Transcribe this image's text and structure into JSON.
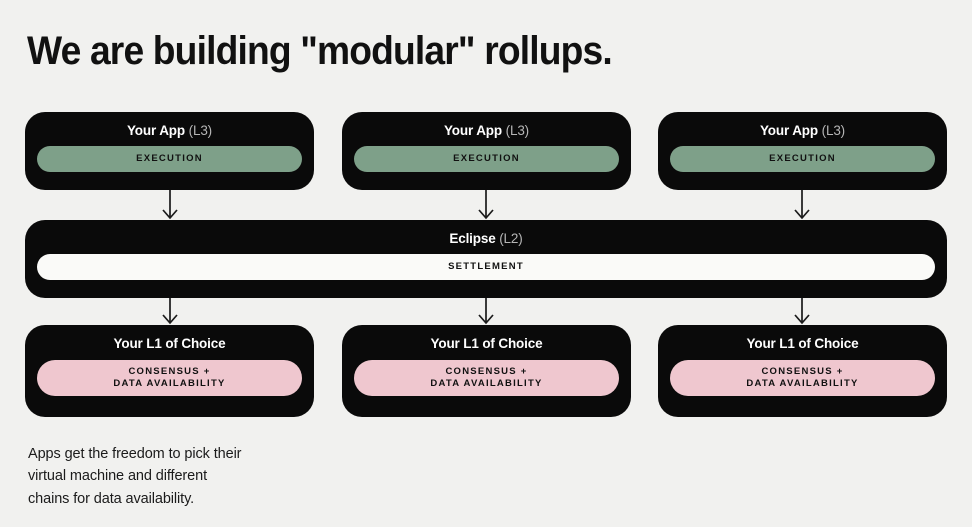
{
  "page": {
    "title": "We are building \"modular\" rollups.",
    "background_color": "#f1f1ef",
    "caption": {
      "line1": "Apps get the freedom to pick their",
      "line2": "virtual machine and different",
      "line3": "chains for data availability."
    }
  },
  "colors": {
    "card": "#0a0a0a",
    "execution_pill": "#7ea089",
    "settlement_pill": "#fafaf8",
    "consensus_pill": "#efc7cf",
    "title_text": "#111111",
    "card_title_text": "#ffffff",
    "card_sublabel_text": "#b6b6b6"
  },
  "diagram": {
    "type": "layered-stack",
    "rows": [
      {
        "id": "l3",
        "cards": [
          {
            "title": "Your App",
            "sublabel": "(L3)",
            "pill": {
              "line1": "EXECUTION"
            }
          },
          {
            "title": "Your App",
            "sublabel": "(L3)",
            "pill": {
              "line1": "EXECUTION"
            }
          },
          {
            "title": "Your App",
            "sublabel": "(L3)",
            "pill": {
              "line1": "EXECUTION"
            }
          }
        ]
      },
      {
        "id": "l2",
        "cards": [
          {
            "title": "Eclipse",
            "sublabel": "(L2)",
            "pill": {
              "line1": "SETTLEMENT"
            }
          }
        ]
      },
      {
        "id": "l1",
        "cards": [
          {
            "title": "Your L1 of Choice",
            "sublabel": "",
            "pill": {
              "line1": "CONSENSUS +",
              "line2": "DATA AVAILABILITY"
            }
          },
          {
            "title": "Your L1 of Choice",
            "sublabel": "",
            "pill": {
              "line1": "CONSENSUS +",
              "line2": "DATA AVAILABILITY"
            }
          },
          {
            "title": "Your L1 of Choice",
            "sublabel": "",
            "pill": {
              "line1": "CONSENSUS +",
              "line2": "DATA AVAILABILITY"
            }
          }
        ]
      }
    ],
    "connectors": [
      {
        "icon": "arrow-down-icon",
        "from": "l3-col1",
        "to": "l2"
      },
      {
        "icon": "arrow-down-icon",
        "from": "l3-col2",
        "to": "l2"
      },
      {
        "icon": "arrow-down-icon",
        "from": "l3-col3",
        "to": "l2"
      },
      {
        "icon": "arrow-down-icon",
        "from": "l2",
        "to": "l1-col1"
      },
      {
        "icon": "arrow-down-icon",
        "from": "l2",
        "to": "l1-col2"
      },
      {
        "icon": "arrow-down-icon",
        "from": "l2",
        "to": "l1-col3"
      }
    ]
  }
}
